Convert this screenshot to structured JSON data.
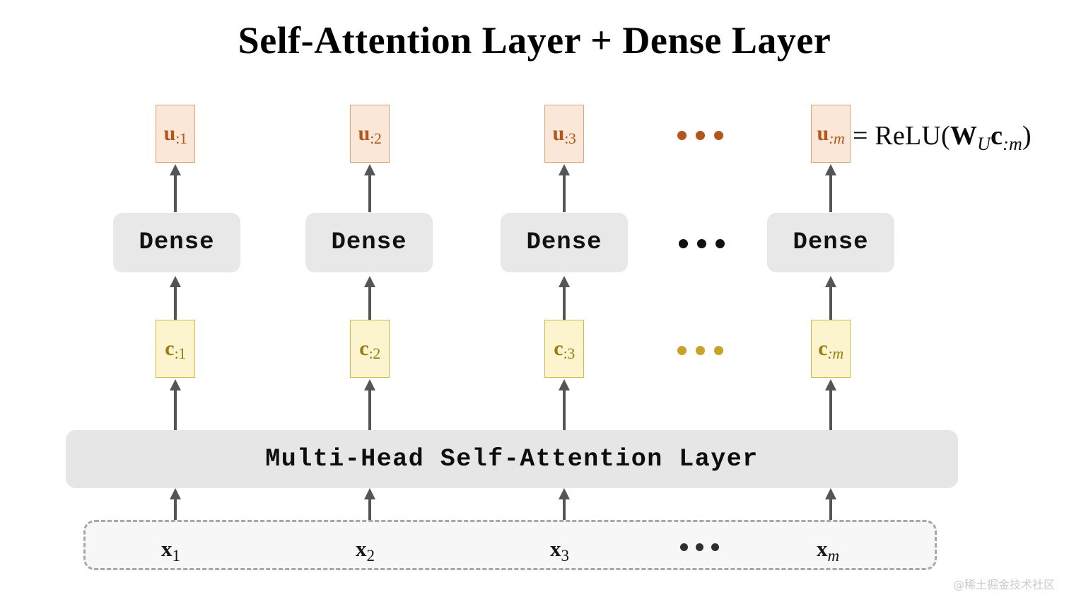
{
  "title": "Self-Attention Layer + Dense Layer",
  "colors": {
    "output_fill": "#fae7d7",
    "output_border": "#e3a276",
    "output_text": "#b4551b",
    "context_fill": "#fcf3cf",
    "context_border": "#d9b93c",
    "context_text": "#9a7d09",
    "dense_fill": "#e8e8e8",
    "attention_fill": "#e6e6e6",
    "input_band_fill": "#f7f7f7",
    "input_band_border": "#a8a8a8",
    "arrow": "#555558",
    "title_text": "#000000",
    "watermark": "#cccccc"
  },
  "output_row": {
    "name": "output-vectors",
    "ellipsis": "•••",
    "items": [
      {
        "symbol": "u",
        "subscript": ":1",
        "italic_sub": false
      },
      {
        "symbol": "u",
        "subscript": ":2",
        "italic_sub": false
      },
      {
        "symbol": "u",
        "subscript": ":3",
        "italic_sub": false
      },
      {
        "symbol": "u",
        "subscript": ":m",
        "italic_sub": true
      }
    ]
  },
  "formula": {
    "equals": "=",
    "function": "ReLU(",
    "weight": "W",
    "weight_sub": "U",
    "vector": "c",
    "vector_sub": ":m",
    "close": ")",
    "full_text": "= ReLU(W_U c_:m)"
  },
  "dense_row": {
    "name": "dense-layers",
    "label": "Dense",
    "ellipsis": "•••",
    "count": 4
  },
  "context_row": {
    "name": "context-vectors",
    "ellipsis": "•••",
    "items": [
      {
        "symbol": "c",
        "subscript": ":1",
        "italic_sub": false
      },
      {
        "symbol": "c",
        "subscript": ":2",
        "italic_sub": false
      },
      {
        "symbol": "c",
        "subscript": ":3",
        "italic_sub": false
      },
      {
        "symbol": "c",
        "subscript": ":m",
        "italic_sub": true
      }
    ]
  },
  "attention_layer": {
    "label": "Multi-Head Self-Attention Layer"
  },
  "input_row": {
    "name": "input-vectors",
    "ellipsis": "•••",
    "items": [
      {
        "symbol": "x",
        "subscript": "1",
        "italic_sub": false
      },
      {
        "symbol": "x",
        "subscript": "2",
        "italic_sub": false
      },
      {
        "symbol": "x",
        "subscript": "3",
        "italic_sub": false
      },
      {
        "symbol": "x",
        "subscript": "m",
        "italic_sub": true
      }
    ]
  },
  "watermark": "@稀土掘金技术社区"
}
